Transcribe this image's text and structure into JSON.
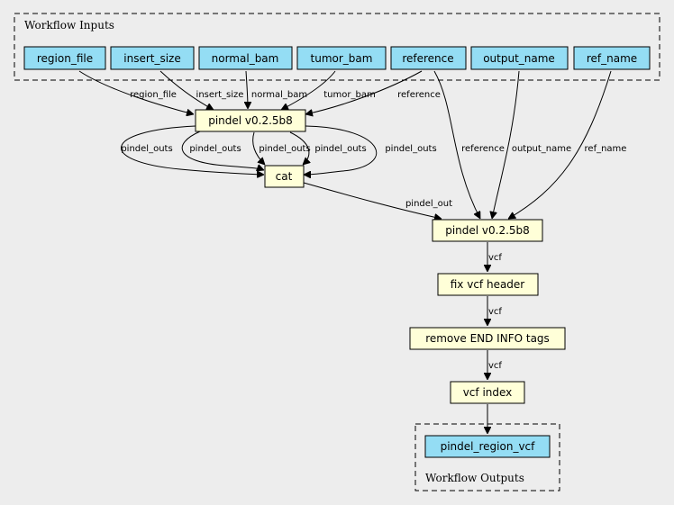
{
  "colors": {
    "background": "#ededed",
    "io_node_fill": "#94ddf4",
    "step_node_fill": "#ffffd8",
    "stroke": "#000000"
  },
  "clusters": {
    "inputs": {
      "label": "Workflow Inputs"
    },
    "outputs": {
      "label": "Workflow Outputs"
    }
  },
  "nodes": {
    "region_file": "region_file",
    "insert_size": "insert_size",
    "normal_bam": "normal_bam",
    "tumor_bam": "tumor_bam",
    "reference": "reference",
    "output_name": "output_name",
    "ref_name": "ref_name",
    "pindel_1": "pindel v0.2.5b8",
    "cat": "cat",
    "pindel_2": "pindel v0.2.5b8",
    "fix_vcf_header": "fix vcf header",
    "remove_end_info": "remove END INFO tags",
    "vcf_index": "vcf index",
    "pindel_region_vcf": "pindel_region_vcf"
  },
  "edge_labels": {
    "region_file_to_pindel": "region_file",
    "insert_size_to_pindel": "insert_size",
    "normal_bam_to_pindel": "normal_bam",
    "tumor_bam_to_pindel": "tumor_bam",
    "reference_to_pindel": "reference",
    "pindel_outs_1": "pindel_outs",
    "pindel_outs_2": "pindel_outs",
    "pindel_outs_3": "pindel_outs",
    "pindel_outs_4": "pindel_outs",
    "pindel_outs_5": "pindel_outs",
    "reference_to_pindel2": "reference",
    "output_name_to_pindel2": "output_name",
    "ref_name_to_pindel2": "ref_name",
    "cat_to_pindel2": "pindel_out",
    "vcf_1": "vcf",
    "vcf_2": "vcf",
    "vcf_3": "vcf"
  }
}
